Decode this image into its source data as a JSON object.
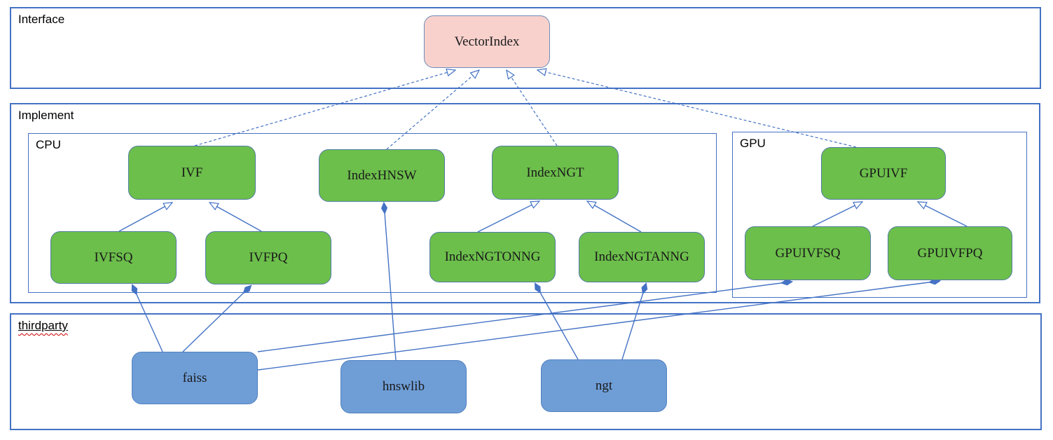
{
  "containers": {
    "interface": {
      "label": "Interface"
    },
    "implement": {
      "label": "Implement"
    },
    "cpu": {
      "label": "CPU"
    },
    "gpu": {
      "label": "GPU"
    },
    "thirdparty": {
      "label": "thirdparty"
    }
  },
  "nodes": {
    "vectorindex": {
      "label": "VectorIndex"
    },
    "ivf": {
      "label": "IVF"
    },
    "indexhnsw": {
      "label": "IndexHNSW"
    },
    "indexngt": {
      "label": "IndexNGT"
    },
    "gpuivf": {
      "label": "GPUIVF"
    },
    "ivfsq": {
      "label": "IVFSQ"
    },
    "ivfpq": {
      "label": "IVFPQ"
    },
    "indexngtonng": {
      "label": "IndexNGTONNG"
    },
    "indexngtanng": {
      "label": "IndexNGTANNG"
    },
    "gpuivfsq": {
      "label": "GPUIVFSQ"
    },
    "gpuivfpq": {
      "label": "GPUIVFPQ"
    },
    "faiss": {
      "label": "faiss"
    },
    "hnswlib": {
      "label": "hnswlib"
    },
    "ngt": {
      "label": "ngt"
    }
  },
  "edges": [
    {
      "from": "IVF",
      "to": "VectorIndex",
      "type": "realization-dashed"
    },
    {
      "from": "IndexHNSW",
      "to": "VectorIndex",
      "type": "realization-dashed"
    },
    {
      "from": "IndexNGT",
      "to": "VectorIndex",
      "type": "realization-dashed"
    },
    {
      "from": "GPUIVF",
      "to": "VectorIndex",
      "type": "realization-dashed"
    },
    {
      "from": "IVFSQ",
      "to": "IVF",
      "type": "inheritance"
    },
    {
      "from": "IVFPQ",
      "to": "IVF",
      "type": "inheritance"
    },
    {
      "from": "IndexNGTONNG",
      "to": "IndexNGT",
      "type": "inheritance"
    },
    {
      "from": "IndexNGTANNG",
      "to": "IndexNGT",
      "type": "inheritance"
    },
    {
      "from": "GPUIVFSQ",
      "to": "GPUIVF",
      "type": "inheritance"
    },
    {
      "from": "GPUIVFPQ",
      "to": "GPUIVF",
      "type": "inheritance"
    },
    {
      "from": "faiss",
      "to": "IVFSQ",
      "type": "composition"
    },
    {
      "from": "faiss",
      "to": "IVFPQ",
      "type": "composition"
    },
    {
      "from": "faiss",
      "to": "GPUIVFSQ",
      "type": "composition"
    },
    {
      "from": "faiss",
      "to": "GPUIVFPQ",
      "type": "composition"
    },
    {
      "from": "hnswlib",
      "to": "IndexHNSW",
      "type": "composition"
    },
    {
      "from": "ngt",
      "to": "IndexNGTONNG",
      "type": "composition"
    },
    {
      "from": "ngt",
      "to": "IndexNGTANNG",
      "type": "composition"
    }
  ],
  "colors": {
    "line": "#4472c4",
    "container_border": "#4472c4",
    "green_fill": "#6cbf4b",
    "green_border": "#527ba3",
    "blue_fill": "#6f9ed7",
    "blue_border": "#5080bf",
    "pink_fill": "#f8d1cd",
    "pink_border": "#6e8cb8",
    "text": "#1a1a1a",
    "squiggle": "#cc0000"
  }
}
